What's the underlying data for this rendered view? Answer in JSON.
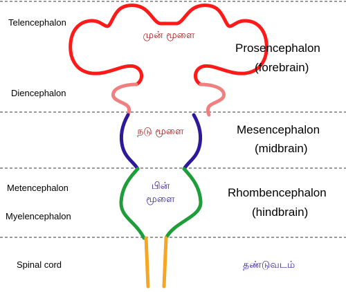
{
  "colors": {
    "forebrain": "#ff1a1a",
    "diencephalon": "#f08080",
    "midbrain": "#2e1a99",
    "hindbrain": "#1e9e3a",
    "spinal_cord": "#f5a623",
    "tamil_forebrain": "#a01818",
    "tamil_midbrain": "#a01818",
    "tamil_hindbrain": "#3a2399",
    "tamil_spinal": "#3a2399"
  },
  "left_labels": {
    "telencephalon": "Telencephalon",
    "diencephalon": "Diencephalon",
    "metencephalon": "Metencephalon",
    "myelencephalon": "Myelencephalon",
    "spinal_cord": "Spinal cord"
  },
  "right_labels": {
    "prosencephalon": "Prosencephalon",
    "forebrain": "(forebrain)",
    "mesencephalon": "Mesencephalon",
    "midbrain": "(midbrain)",
    "rhombencephalon": "Rhombencephalon",
    "hindbrain": "(hindbrain)",
    "spinal_cord_tamil": "தண்டுவடம்"
  },
  "inner_labels": {
    "forebrain_tamil": "முன் மூளை",
    "midbrain_tamil": "நடு மூளை",
    "hindbrain_tamil_1": "பின்",
    "hindbrain_tamil_2": "மூளை"
  }
}
